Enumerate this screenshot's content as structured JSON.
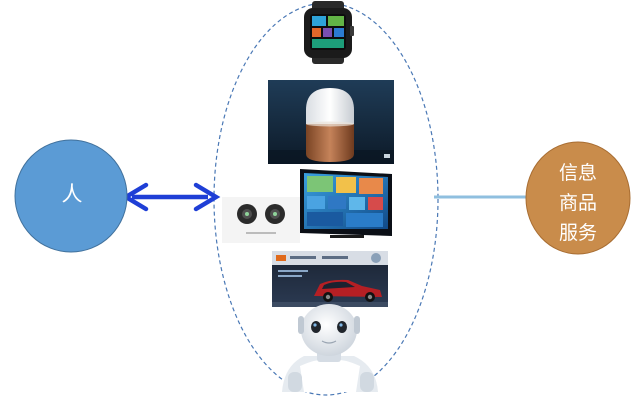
{
  "nodes": {
    "person": {
      "label": "人",
      "fill": "#5b9bd5",
      "stroke": "#41719c"
    },
    "service": {
      "lines": [
        "信息",
        "商品",
        "服务"
      ],
      "fill": "#c98c4b",
      "stroke": "#a86d32"
    }
  },
  "connectors": {
    "bidirectional_arrow_color": "#1f3fd6",
    "line_color": "#8fbfdf",
    "ellipse_stroke": "#4a78b5"
  },
  "devices": [
    {
      "icon": "smartwatch-icon"
    },
    {
      "icon": "smart-speaker-icon"
    },
    {
      "icon": "smart-tv-icon"
    },
    {
      "icon": "wireless-earbuds-icon"
    },
    {
      "icon": "connected-car-icon"
    },
    {
      "icon": "humanoid-robot-icon"
    }
  ]
}
